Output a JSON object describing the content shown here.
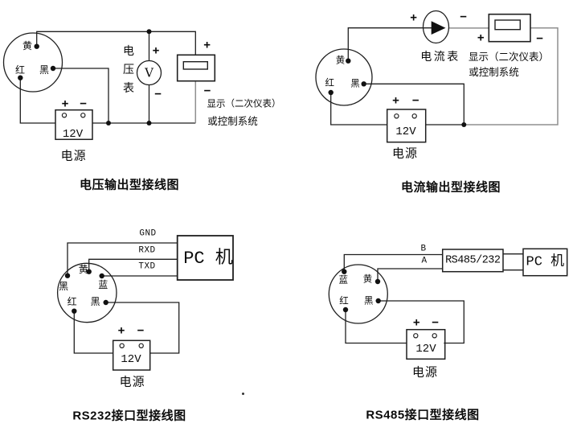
{
  "page": {
    "background": "#ffffff",
    "line_color": "#1f1f1f",
    "gray_line_color": "#8f8f8f"
  },
  "symbols": {
    "plus": "+",
    "minus": "−"
  },
  "diagrams": {
    "voltage": {
      "title": "电压输出型接线图",
      "sensor": {
        "yellow": "黄",
        "red": "红",
        "black": "黑"
      },
      "meter": {
        "name": "电压表",
        "symbol": "V"
      },
      "display": {
        "line1": "显示（二次仪表）",
        "line2": "或控制系统"
      },
      "psu": {
        "voltage": "12V",
        "label": "电源"
      }
    },
    "current": {
      "title": "电流输出型接线图",
      "sensor": {
        "yellow": "黄",
        "red": "红",
        "black": "黑"
      },
      "meter": {
        "name": "电流表"
      },
      "display": {
        "line1": "显示（二次仪表）",
        "line2": "或控制系统"
      },
      "psu": {
        "voltage": "12V",
        "label": "电源"
      }
    },
    "rs232": {
      "title": "RS232接口型接线图",
      "sensor": {
        "black_top": "黑",
        "yellow": "黄",
        "blue": "蓝",
        "red": "红",
        "black_bottom": "黑"
      },
      "signals": {
        "gnd": "GND",
        "rxd": "RXD",
        "txd": "TXD"
      },
      "pc": "PC 机",
      "psu": {
        "voltage": "12V",
        "label": "电源"
      }
    },
    "rs485": {
      "title": "RS485接口型接线图",
      "sensor": {
        "blue": "蓝",
        "yellow": "黄",
        "red": "红",
        "black": "黑"
      },
      "signals": {
        "b": "B",
        "a": "A"
      },
      "converter": "RS485/232",
      "pc": "PC 机",
      "psu": {
        "voltage": "12V",
        "label": "电源"
      }
    }
  }
}
